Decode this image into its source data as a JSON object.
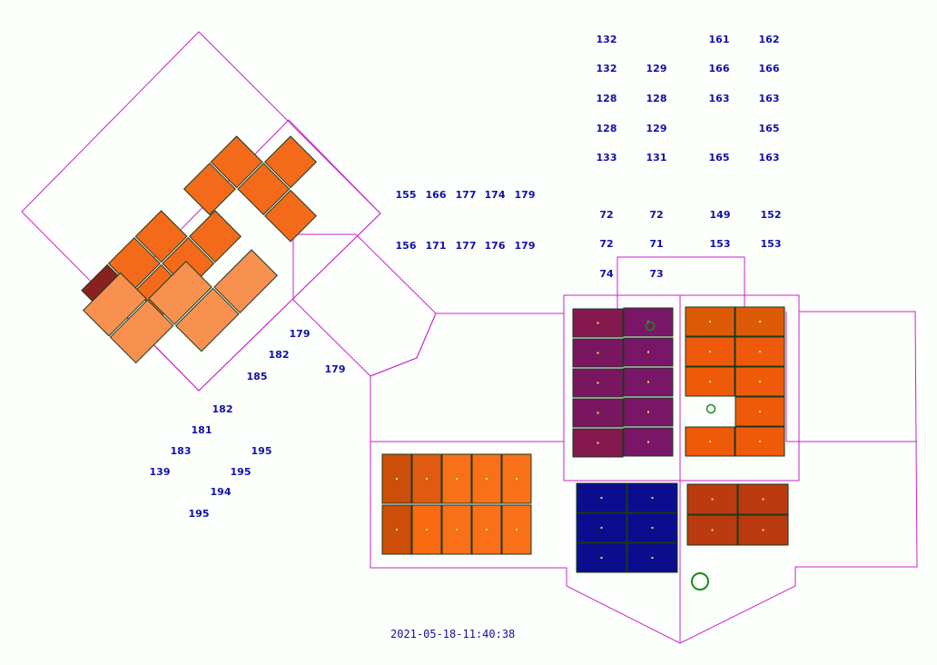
{
  "labels": {
    "top_right": [
      [
        "132",
        "",
        "161",
        "162"
      ],
      [
        "132",
        "129",
        "166",
        "166"
      ],
      [
        "128",
        "128",
        "163",
        "163"
      ],
      [
        "128",
        "129",
        "",
        "165"
      ],
      [
        "133",
        "131",
        "165",
        "163"
      ]
    ],
    "mid_right": [
      [
        "72",
        "72",
        "149",
        "152"
      ],
      [
        "72",
        "71",
        "153",
        "153"
      ],
      [
        "74",
        "73",
        "",
        ""
      ]
    ],
    "row_a": [
      "155",
      "166",
      "177",
      "174",
      "179"
    ],
    "row_b": [
      "156",
      "171",
      "177",
      "176",
      "179"
    ],
    "left_lower": [
      "179",
      "182",
      "185",
      "179",
      "182",
      "181",
      "183",
      "195",
      "139",
      "195",
      "194",
      "195"
    ]
  },
  "timestamp": "2021-05-18-11:40:38",
  "colors": {
    "outline": "#cc22cc",
    "label": "#1010a8",
    "purple": "#7a1560",
    "dark_red": "#8b2020",
    "orange": "#ff6a10",
    "dark_orange": "#d94e08",
    "light_orange": "#f89050",
    "navy": "#0a0a90",
    "rust": "#b83a10",
    "tree": "#1a8a1a"
  }
}
